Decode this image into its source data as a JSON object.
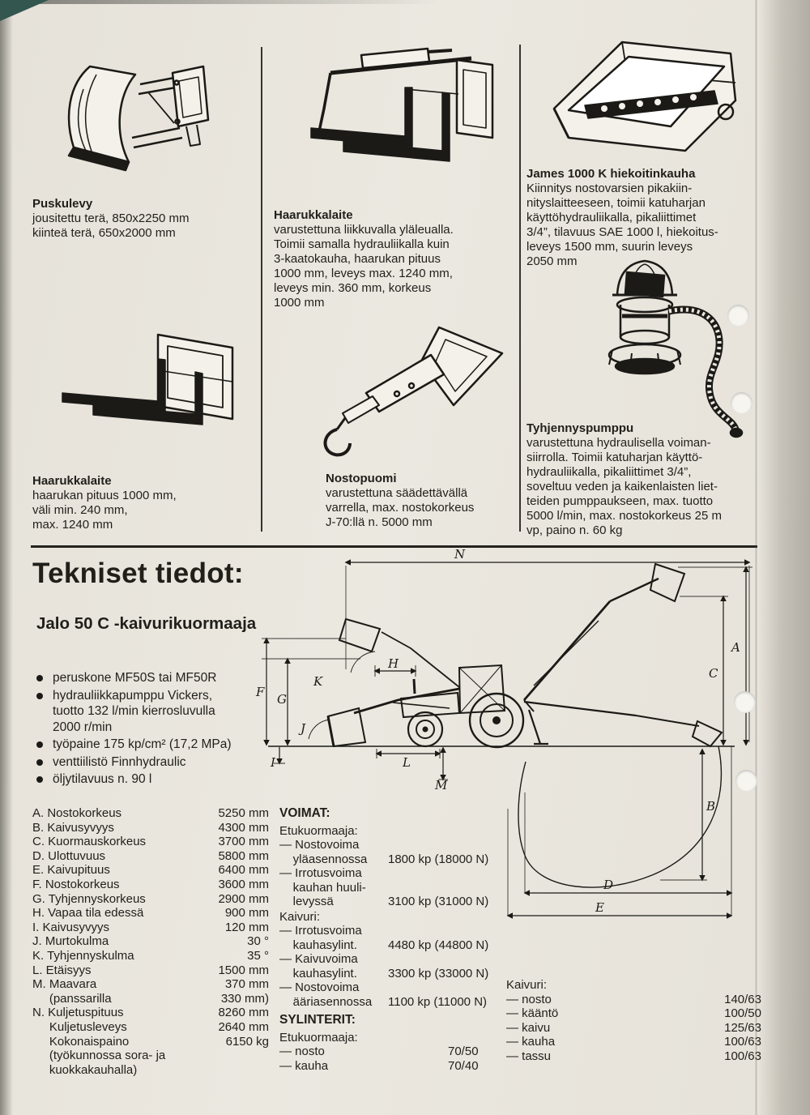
{
  "page": {
    "paper_color": "#e9e6de",
    "ink_color": "#211f1a",
    "corner_color": "#33564e"
  },
  "products": [
    {
      "icon": "dozer-blade-drawing",
      "title": "Puskulevy",
      "body": "jousitettu terä, 850x2250 mm\nkiinteä terä, 650x2000 mm"
    },
    {
      "icon": "pallet-forks-drawing",
      "title": "Haarukkalaite",
      "body": "haarukan pituus 1000 mm,\nväli min. 240 mm,\nmax. 1240 mm"
    },
    {
      "icon": "forks-with-clamp-drawing",
      "title": "Haarukkalaite",
      "body": "varustettuna liikkuvalla yläleualla.\nToimii samalla hydrauliikalla kuin\n3-kaatokauha, haarukan pituus\n1000 mm, leveys max. 1240 mm,\nleveys min. 360 mm, korkeus\n1000 mm"
    },
    {
      "icon": "lifting-boom-drawing",
      "title": "Nostopuomi",
      "body": "varustettuna säädettävällä\nvarrella, max. nostokorkeus\nJ-70:llä n. 5000 mm"
    },
    {
      "icon": "sand-spreader-bucket-drawing",
      "title": "James 1000 K hiekoitinkauha",
      "body": "Kiinnitys nostovarsien pikakiin-\nnityslaitteeseen, toimii katuharjan\nkäyttöhydrauliikalla, pikaliittimet\n3/4”, tilavuus SAE 1000 l, hiekoitus-\nleveys 1500 mm, suurin leveys\n2050 mm"
    },
    {
      "icon": "drainage-pump-drawing",
      "title": "Tyhjennyspumppu",
      "body": "varustettuna hydraulisella voiman-\nsiirrolla. Toimii katuharjan käyttö-\nhydrauliikalla, pikaliittimet 3/4”,\nsoveltuu veden ja kaikenlaisten liet-\nteiden pumppaukseen, max. tuotto\n5000 l/min, max. nostokorkeus 25 m\nvp, paino n. 60 kg"
    }
  ],
  "tech": {
    "heading": "Tekniset tiedot:",
    "model": "Jalo 50 C -kaivurikuormaaja",
    "bullets": [
      "peruskone MF50S tai MF50R",
      "hydrauliikkapumppu Vickers,\ntuotto 132 l/min kierrosluvulla\n2000 r/min",
      "työpaine 175 kp/cm² (17,2 MPa)",
      "venttiilistö Finnhydraulic",
      "öljytilavuus n. 90 l"
    ]
  },
  "dimensions": {
    "rows": [
      {
        "label": "A. Nostokorkeus",
        "value": "5250 mm"
      },
      {
        "label": "B. Kaivusyvyys",
        "value": "4300 mm"
      },
      {
        "label": "C. Kuormauskorkeus",
        "value": "3700 mm"
      },
      {
        "label": "D. Ulottuvuus",
        "value": "5800 mm"
      },
      {
        "label": "E. Kaivupituus",
        "value": "6400 mm"
      },
      {
        "label": "F. Nostokorkeus",
        "value": "3600 mm"
      },
      {
        "label": "G. Tyhjennyskorkeus",
        "value": "2900 mm"
      },
      {
        "label": "H. Vapaa tila edessä",
        "value": "900 mm"
      },
      {
        "label": "I. Kaivusyvyys",
        "value": "120 mm"
      },
      {
        "label": "J. Murtokulma",
        "value": "30 °"
      },
      {
        "label": "K. Tyhjennyskulma",
        "value": "35 °"
      },
      {
        "label": "L. Etäisyys",
        "value": "1500 mm"
      },
      {
        "label": "M. Maavara",
        "value": "370 mm"
      },
      {
        "label": "     (panssarilla",
        "value": "330 mm)"
      },
      {
        "label": "N. Kuljetuspituus",
        "value": "8260 mm"
      },
      {
        "label": "     Kuljetusleveys",
        "value": "2640 mm"
      },
      {
        "label": "     Kokonaispaino",
        "value": "6150 kg"
      },
      {
        "label": "     (työkunnossa sora- ja",
        "value": ""
      },
      {
        "label": "     kuokkakauhalla)",
        "value": ""
      }
    ]
  },
  "forces": {
    "title": "VOIMAT:",
    "front_name": "Etukuormaaja:",
    "front_items": [
      {
        "label": "— Nostovoima\n    yläasennossa",
        "value": "1800 kp (18000 N)"
      },
      {
        "label": "— Irrotusvoima\n    kauhan huuli-\n    levyssä",
        "value": "3100 kp (31000 N)"
      }
    ],
    "rear_name": "Kaivuri:",
    "rear_items": [
      {
        "label": "— Irrotusvoima\n    kauhasylint.",
        "value": "4480 kp (44800 N)"
      },
      {
        "label": "— Kaivuvoima\n    kauhasylint.",
        "value": "3300 kp (33000 N)"
      },
      {
        "label": "— Nostovoima\n    ääriasennossa",
        "value": "1100 kp (11000 N)"
      }
    ]
  },
  "cylinders": {
    "title": "SYLINTERIT:",
    "front_name": "Etukuormaaja:",
    "front_items": [
      {
        "label": "— nosto",
        "value": "70/50"
      },
      {
        "label": "— kauha",
        "value": "70/40"
      }
    ],
    "rear_name": "Kaivuri:",
    "rear_items": [
      {
        "label": "— nosto",
        "value": "140/63"
      },
      {
        "label": "— kääntö",
        "value": "100/50"
      },
      {
        "label": "— kaivu",
        "value": "125/63"
      },
      {
        "label": "— kauha",
        "value": "100/63"
      },
      {
        "label": "— tassu",
        "value": "100/63"
      }
    ]
  },
  "diagram": {
    "labels": {
      "n": "N",
      "a": "A",
      "b": "B",
      "c": "C",
      "d": "D",
      "e": "E",
      "f": "F",
      "g": "G",
      "h": "H",
      "i": "I",
      "j": "J",
      "k": "K",
      "l": "L",
      "m": "M"
    }
  }
}
